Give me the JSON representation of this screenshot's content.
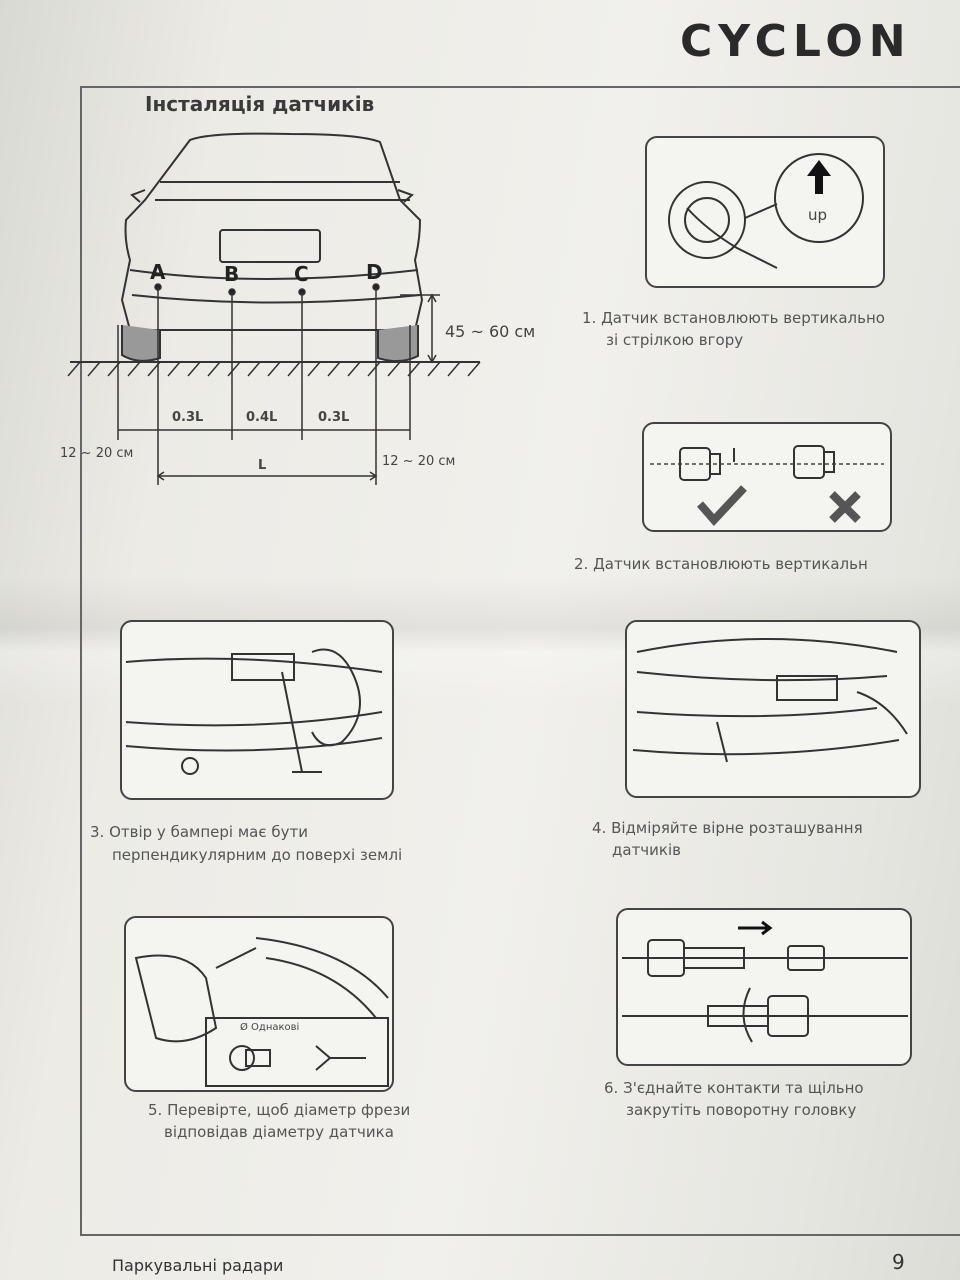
{
  "brand": "CYCLON",
  "section_title": "Інсталяція датчиків",
  "diagram": {
    "sensors": [
      "A",
      "B",
      "C",
      "D"
    ],
    "height_label": "45 ~ 60 см",
    "spacing": [
      "0.3L",
      "0.4L",
      "0.3L"
    ],
    "length_label": "L",
    "edge_left": "12 ~ 20 см",
    "edge_right": "12 ~ 20 см"
  },
  "step1": {
    "caption_line1": "1. Датчик встановлюють вертикально",
    "caption_line2": "зі стрілкою вгору",
    "arrow_label": "up"
  },
  "step2": {
    "caption": "2. Датчик встановлюють вертикальн"
  },
  "step3": {
    "caption_line1": "3. Отвір у бампері має бути",
    "caption_line2": "перпендикулярним до поверхі землі"
  },
  "step4": {
    "caption_line1": "4. Відміряйте вірне розташування",
    "caption_line2": "датчиків"
  },
  "step5": {
    "caption_line1": "5. Перевірте, щоб діаметр фрези",
    "caption_line2": "відповідав діаметру датчика",
    "inset_label": "Ø Однакові"
  },
  "step6": {
    "caption_line1": "6. З'єднайте контакти та щільно",
    "caption_line2": "закрутіть поворотну головку"
  },
  "footer": {
    "left": "Паркувальні радари",
    "page_number": "9"
  }
}
